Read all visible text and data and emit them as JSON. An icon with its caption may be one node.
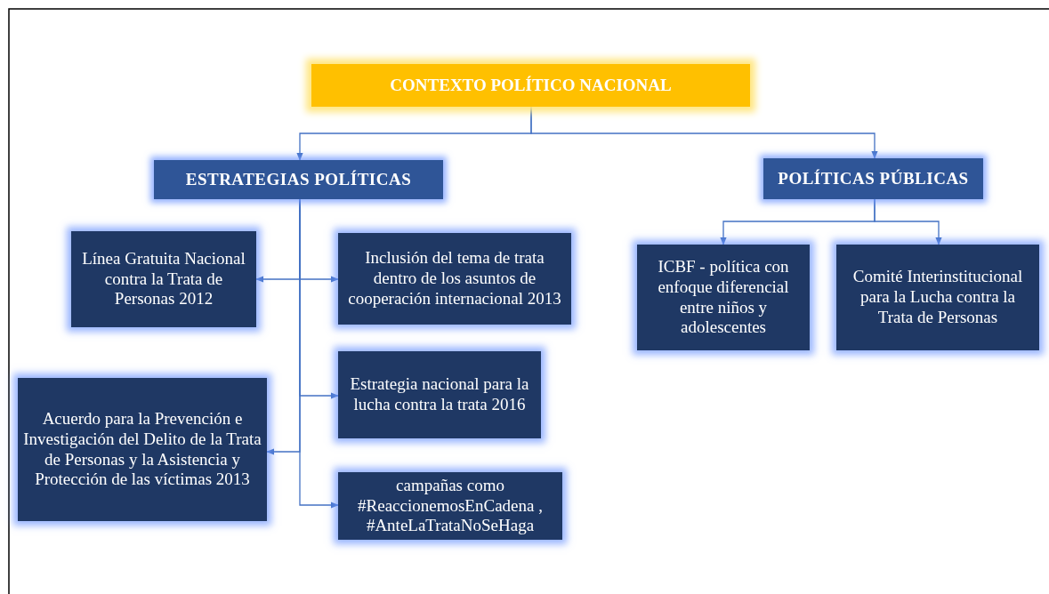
{
  "diagram": {
    "nodes": [
      {
        "text": [
          "CONTEXTO POLÍTICO NACIONAL"
        ]
      },
      {
        "text": [
          "ESTRATEGIAS POLÍTICAS"
        ]
      },
      {
        "text": [
          "POLÍTICAS PÚBLICAS"
        ]
      },
      {
        "text": [
          "Línea Gratuita Nacional contra la Trata de Personas 2012"
        ]
      },
      {
        "text": [
          "Inclusión del tema de trata dentro de los asuntos de cooperación internacional 2013"
        ]
      },
      {
        "text": [
          "Estrategia nacional para la lucha contra la trata 2016"
        ]
      },
      {
        "text": [
          "Acuerdo para la Prevención e Investigación del Delito de la Trata de Personas y la Asistencia y Protección de las víctimas 2013"
        ]
      },
      {
        "text": [
          "campañas como #ReaccionemosEnCadena , #AnteLaTrataNoSeHaga"
        ]
      },
      {
        "text": [
          "ICBF - política con enfoque diferencial entre niños y adolescentes"
        ]
      },
      {
        "text": [
          "Comité Interinstitucional para la Lucha contra la Trata de Personas"
        ]
      }
    ],
    "edges": [
      {
        "from": 0,
        "to": 1,
        "arrow": "to"
      },
      {
        "from": 0,
        "to": 2,
        "arrow": "to"
      },
      {
        "from": 1,
        "to": 3,
        "arrow": "to"
      },
      {
        "from": 1,
        "to": 4,
        "arrow": "to"
      },
      {
        "from": 1,
        "to": 5,
        "arrow": "to"
      },
      {
        "from": 1,
        "to": 6,
        "arrow": "to"
      },
      {
        "from": 1,
        "to": 7,
        "arrow": "to"
      },
      {
        "from": 2,
        "to": 8,
        "arrow": "to"
      },
      {
        "from": 2,
        "to": 9,
        "arrow": "to"
      }
    ]
  }
}
